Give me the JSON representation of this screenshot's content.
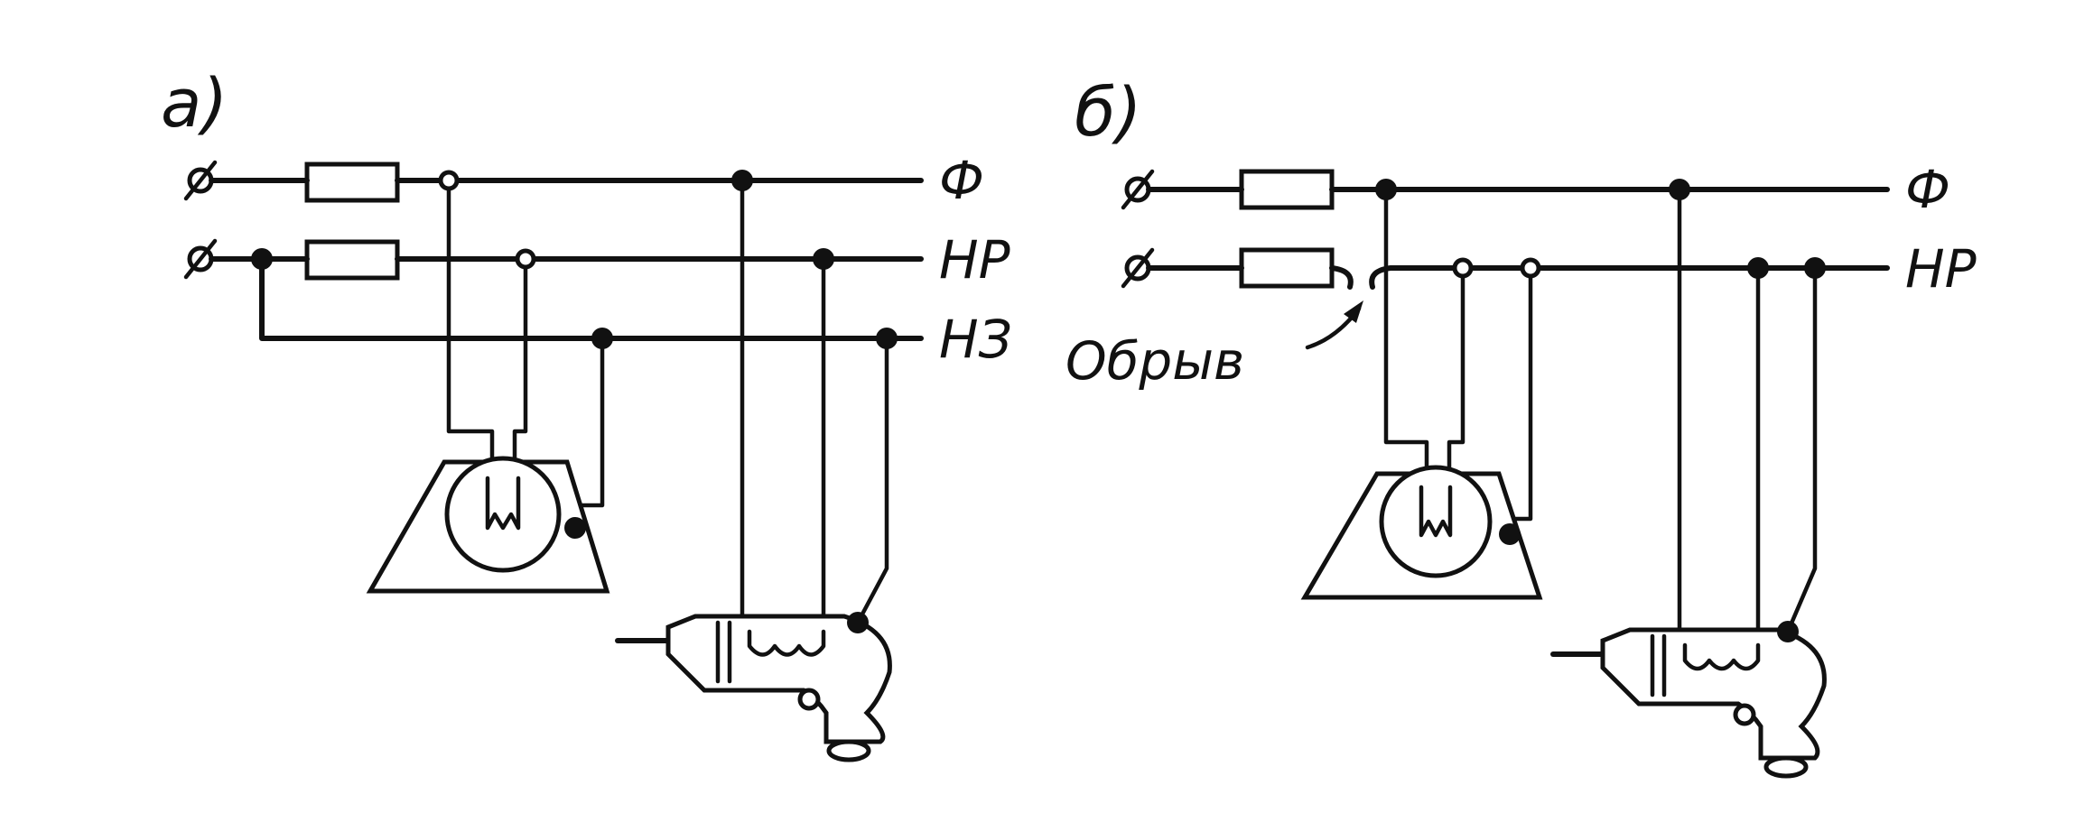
{
  "diagram": {
    "panel_a": {
      "label": "а)",
      "lines": [
        "Ф",
        "НР",
        "НЗ"
      ]
    },
    "panel_b": {
      "label": "б)",
      "lines": [
        "Ф",
        "НР"
      ],
      "break_label": "Обрыв"
    }
  },
  "colors": {
    "ink": "#111111",
    "paper": "#ffffff"
  }
}
